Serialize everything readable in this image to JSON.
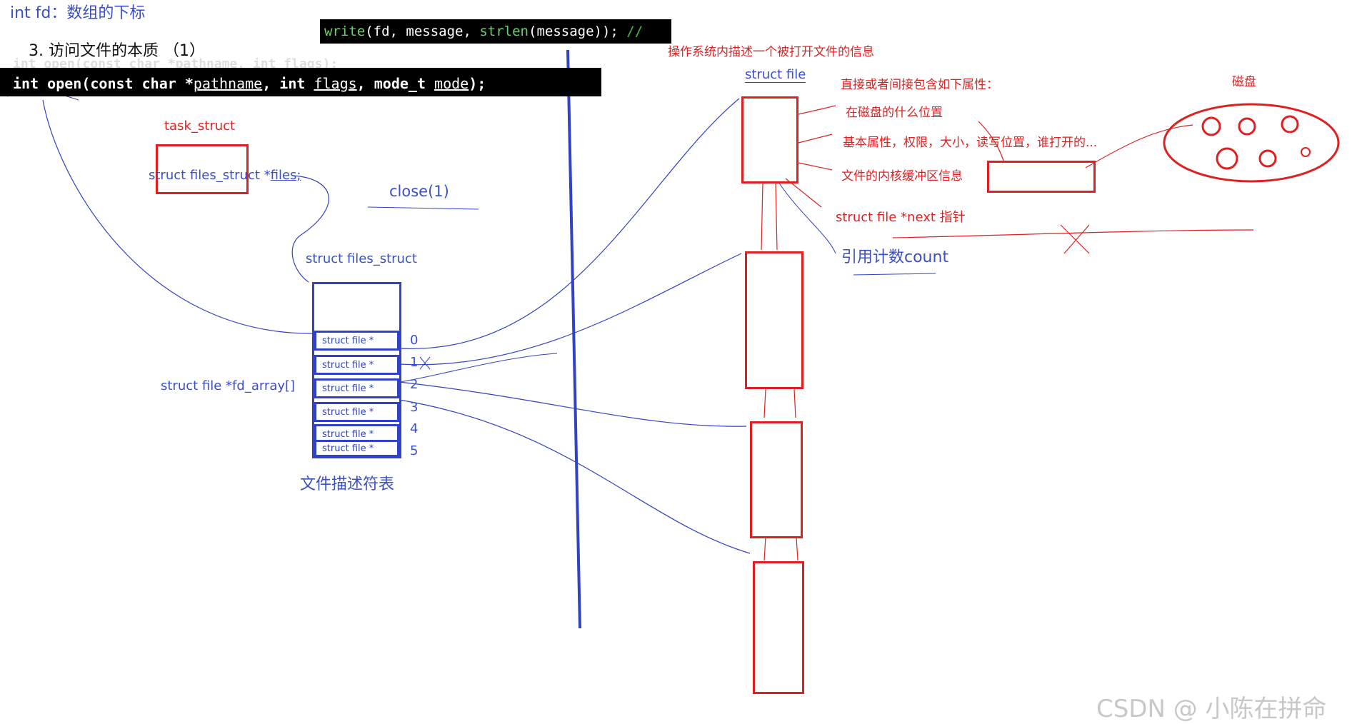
{
  "title_fd": "int fd：数组的下标",
  "heading": "3. 访问文件的本质 （1）",
  "code_write": {
    "fn": "write",
    "args1": "(fd, message, ",
    "fn2": "strlen",
    "args2": "(message)); ",
    "comment": "//"
  },
  "code_open_ghost": "int open(const char *pathname, int flags);",
  "code_open": {
    "p1": "int open(const char *",
    "pathname": "pathname",
    "p2": ", int ",
    "flags": "flags",
    "p3": ", mode_t ",
    "mode": "mode",
    "p4": ");"
  },
  "task_struct": "task_struct",
  "files_ptr": {
    "prefix": "struct files_struct *",
    "field": "files;"
  },
  "close_call": "close(1)",
  "files_struct_label": "struct files_struct",
  "fd_array_label": "struct file *fd_array[]",
  "fd_cells": [
    "struct file *",
    "struct file *",
    "struct file *",
    "struct file *",
    "struct file *",
    "struct file *"
  ],
  "fd_indices": [
    "0",
    "1",
    "2",
    "3",
    "4",
    "5"
  ],
  "fd_table_caption": "文件描述符表",
  "os_desc": "操作系统内描述一个被打开文件的信息",
  "struct_file_label": "struct file",
  "attrs_heading": "直接或者间接包含如下属性：",
  "attr_items": [
    "在磁盘的什么位置",
    "基本属性，权限，大小，读写位置，谁打开的...",
    "文件的内核缓冲区信息"
  ],
  "next_ptr": "struct file *next 指针",
  "ref_count": "引用计数count",
  "disk_label": "磁盘",
  "watermark": "CSDN @ 小陈在拼命",
  "colors": {
    "blue": "#3b4fc8",
    "red": "#e02020",
    "line": "#3142c4"
  }
}
